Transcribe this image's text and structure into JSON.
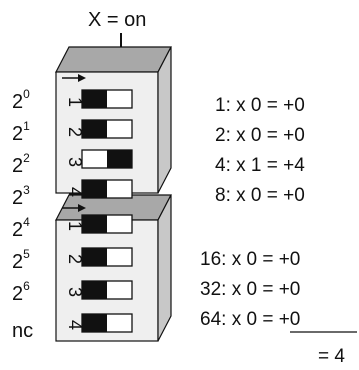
{
  "header": {
    "label": "X = on"
  },
  "weights": [
    {
      "base": "2",
      "exp": "0"
    },
    {
      "base": "2",
      "exp": "1"
    },
    {
      "base": "2",
      "exp": "2"
    },
    {
      "base": "2",
      "exp": "3"
    },
    {
      "base": "2",
      "exp": "4"
    },
    {
      "base": "2",
      "exp": "5"
    },
    {
      "base": "2",
      "exp": "6"
    },
    {
      "base": "nc",
      "exp": ""
    }
  ],
  "switches": [
    {
      "number": "1",
      "state": "off"
    },
    {
      "number": "2",
      "state": "off"
    },
    {
      "number": "3",
      "state": "on"
    },
    {
      "number": "4",
      "state": "off"
    },
    {
      "number": "1",
      "state": "off"
    },
    {
      "number": "2",
      "state": "off"
    },
    {
      "number": "3",
      "state": "off"
    },
    {
      "number": "4",
      "state": "off"
    }
  ],
  "equations": [
    "1:  x  0  =  +0",
    "2:  x  0  =  +0",
    "4:  x  1  =  +4",
    "8:  x  0  =  +0",
    "16: x 0  =  +0",
    "32: x 0  =  +0",
    "64: x 0  =  +0"
  ],
  "total": "= 4"
}
